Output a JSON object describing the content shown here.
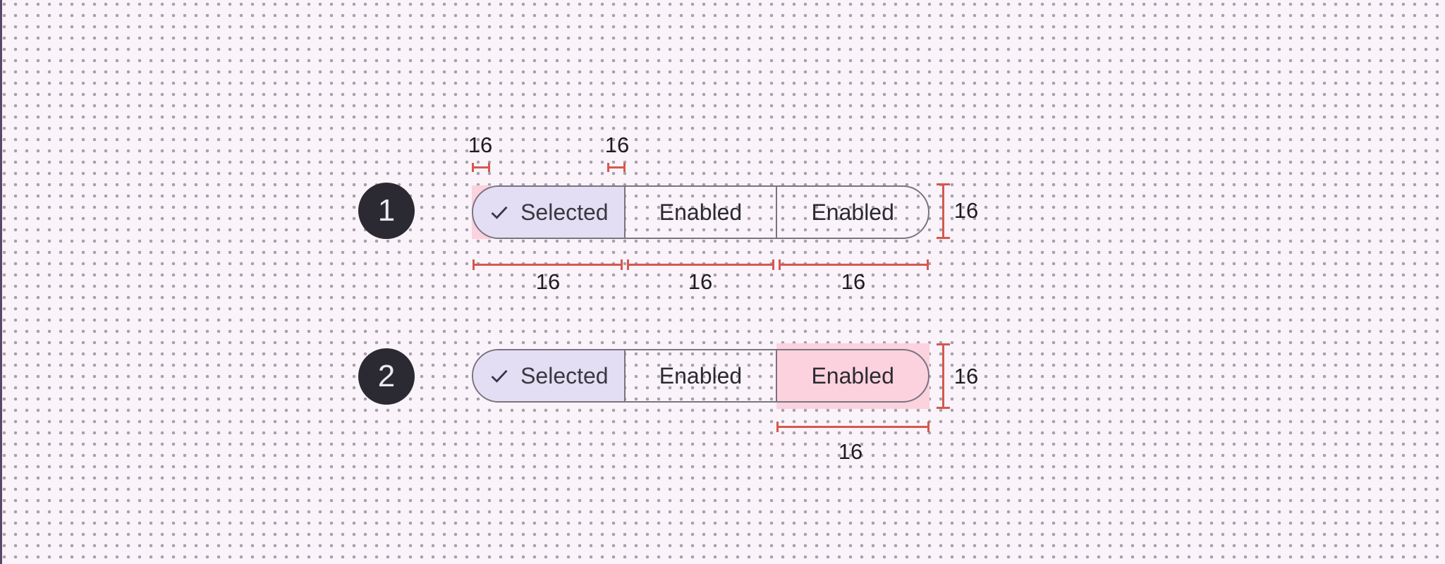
{
  "colors": {
    "background": "#faf3fa",
    "dot": "#a8a1ab",
    "measure-red": "#d5584e",
    "measure-pink": "#fbd2de",
    "selected-fill": "#e4def4",
    "outline": "#79747e",
    "badge-bg": "#2b2931",
    "badge-text": "#edeaf1",
    "label-text": "#1e1c21",
    "segment-text": "#2c2a31",
    "edge-purple": "#594768"
  },
  "example1": {
    "badge": "1",
    "segments": [
      {
        "label": "Selected",
        "icon": "checkmark-icon",
        "state": "selected"
      },
      {
        "label": "Enabled",
        "state": "enabled"
      },
      {
        "label": "Enabled",
        "state": "enabled"
      }
    ],
    "measures": {
      "pad_left": "16",
      "pad_right": "16",
      "height": "16",
      "seg1_width": "16",
      "seg2_width": "16",
      "seg3_width": "16"
    }
  },
  "example2": {
    "badge": "2",
    "segments": [
      {
        "label": "Selected",
        "icon": "checkmark-icon",
        "state": "selected"
      },
      {
        "label": "Enabled",
        "state": "enabled"
      },
      {
        "label": "Enabled",
        "state": "enabled"
      }
    ],
    "measures": {
      "height": "16",
      "seg3_width": "16"
    }
  }
}
